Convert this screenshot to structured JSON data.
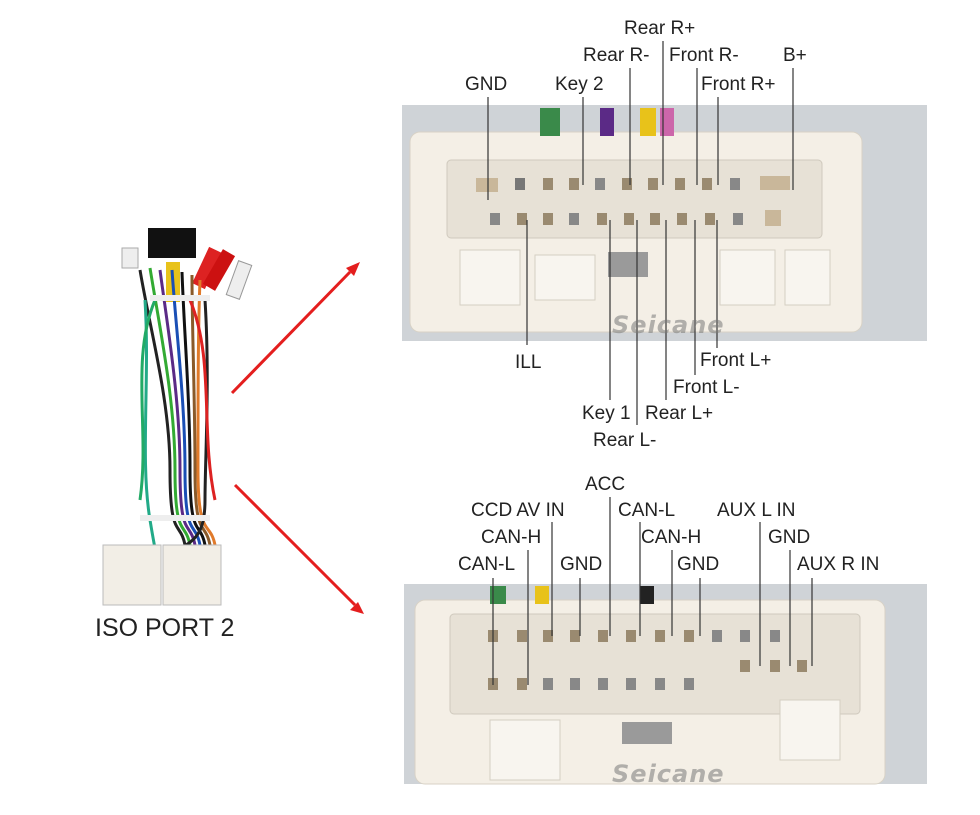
{
  "harness": {
    "caption": "ISO PORT 2"
  },
  "top_connector": {
    "watermark": "Seicane",
    "labels": {
      "rear_r_plus": "Rear R+",
      "rear_r_minus": "Rear R-",
      "front_r_minus": "Front R-",
      "b_plus": "B+",
      "gnd": "GND",
      "key_2": "Key 2",
      "front_r_plus": "Front R+",
      "ill": "ILL",
      "front_l_plus": "Front L+",
      "front_l_minus": "Front L-",
      "key_1": "Key 1",
      "rear_l_plus": "Rear L+",
      "rear_l_minus": "Rear L-"
    }
  },
  "bottom_connector": {
    "watermark": "Seicane",
    "labels": {
      "acc": "ACC",
      "ccd_av_in": "CCD AV IN",
      "can_l_1": "CAN-L",
      "aux_l_in": "AUX L IN",
      "can_h_1": "CAN-H",
      "can_h_2": "CAN-H",
      "gnd_3": "GND",
      "can_l_2": "CAN-L",
      "gnd_1": "GND",
      "gnd_2": "GND",
      "aux_r_in": "AUX R IN"
    }
  },
  "colors": {
    "arrow": "#e41e1e",
    "leader_line": "#333333",
    "connector_body": "#f4efe6"
  }
}
